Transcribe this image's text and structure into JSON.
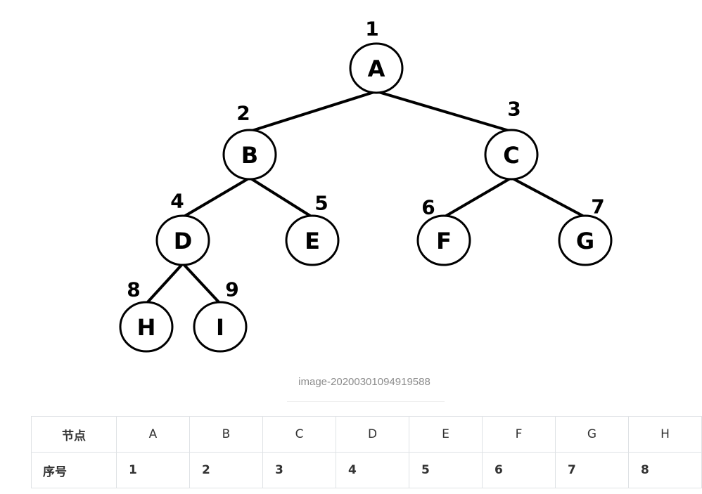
{
  "tree": {
    "nodes": [
      {
        "id": "A",
        "label": "A",
        "order": "1"
      },
      {
        "id": "B",
        "label": "B",
        "order": "2"
      },
      {
        "id": "C",
        "label": "C",
        "order": "3"
      },
      {
        "id": "D",
        "label": "D",
        "order": "4"
      },
      {
        "id": "E",
        "label": "E",
        "order": "5"
      },
      {
        "id": "F",
        "label": "F",
        "order": "6"
      },
      {
        "id": "G",
        "label": "G",
        "order": "7"
      },
      {
        "id": "H",
        "label": "H",
        "order": "8"
      },
      {
        "id": "I",
        "label": "I",
        "order": "9"
      }
    ],
    "edges": [
      {
        "from": "A",
        "to": "B"
      },
      {
        "from": "A",
        "to": "C"
      },
      {
        "from": "B",
        "to": "D"
      },
      {
        "from": "B",
        "to": "E"
      },
      {
        "from": "C",
        "to": "F"
      },
      {
        "from": "C",
        "to": "G"
      },
      {
        "from": "D",
        "to": "H"
      },
      {
        "from": "D",
        "to": "I"
      }
    ]
  },
  "caption": "image-20200301094919588",
  "table": {
    "node_header": "节点",
    "order_header": "序号",
    "node_cells": [
      "A",
      "B",
      "C",
      "D",
      "E",
      "F",
      "G",
      "H"
    ],
    "order_cells": [
      "1",
      "2",
      "3",
      "4",
      "5",
      "6",
      "7",
      "8"
    ]
  }
}
